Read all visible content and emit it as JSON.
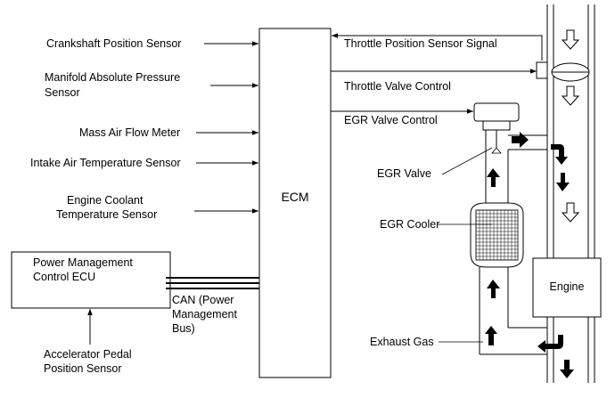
{
  "inputs": {
    "crankshaft": "Crankshaft Position Sensor",
    "map_line1": "Manifold Absolute Pressure",
    "map_line2": "Sensor",
    "maf": "Mass Air Flow Meter",
    "iat": "Intake Air Temperature Sensor",
    "ect_line1": "Engine Coolant",
    "ect_line2": "Temperature Sensor"
  },
  "ecm": {
    "label": "ECM"
  },
  "outputs": {
    "throttle_signal": "Throttle Position Sensor Signal",
    "throttle_control": "Throttle Valve Control",
    "egr_control": "EGR Valve Control"
  },
  "power_ecu": {
    "line1": "Power Management",
    "line2": "Control ECU"
  },
  "can": {
    "line1": "CAN (Power",
    "line2": "Management",
    "line3": "Bus)"
  },
  "accel": {
    "line1": "Accelerator Pedal",
    "line2": "Position Sensor"
  },
  "components": {
    "egr_valve": "EGR Valve",
    "egr_cooler": "EGR Cooler",
    "exhaust_gas": "Exhaust Gas",
    "engine": "Engine"
  }
}
